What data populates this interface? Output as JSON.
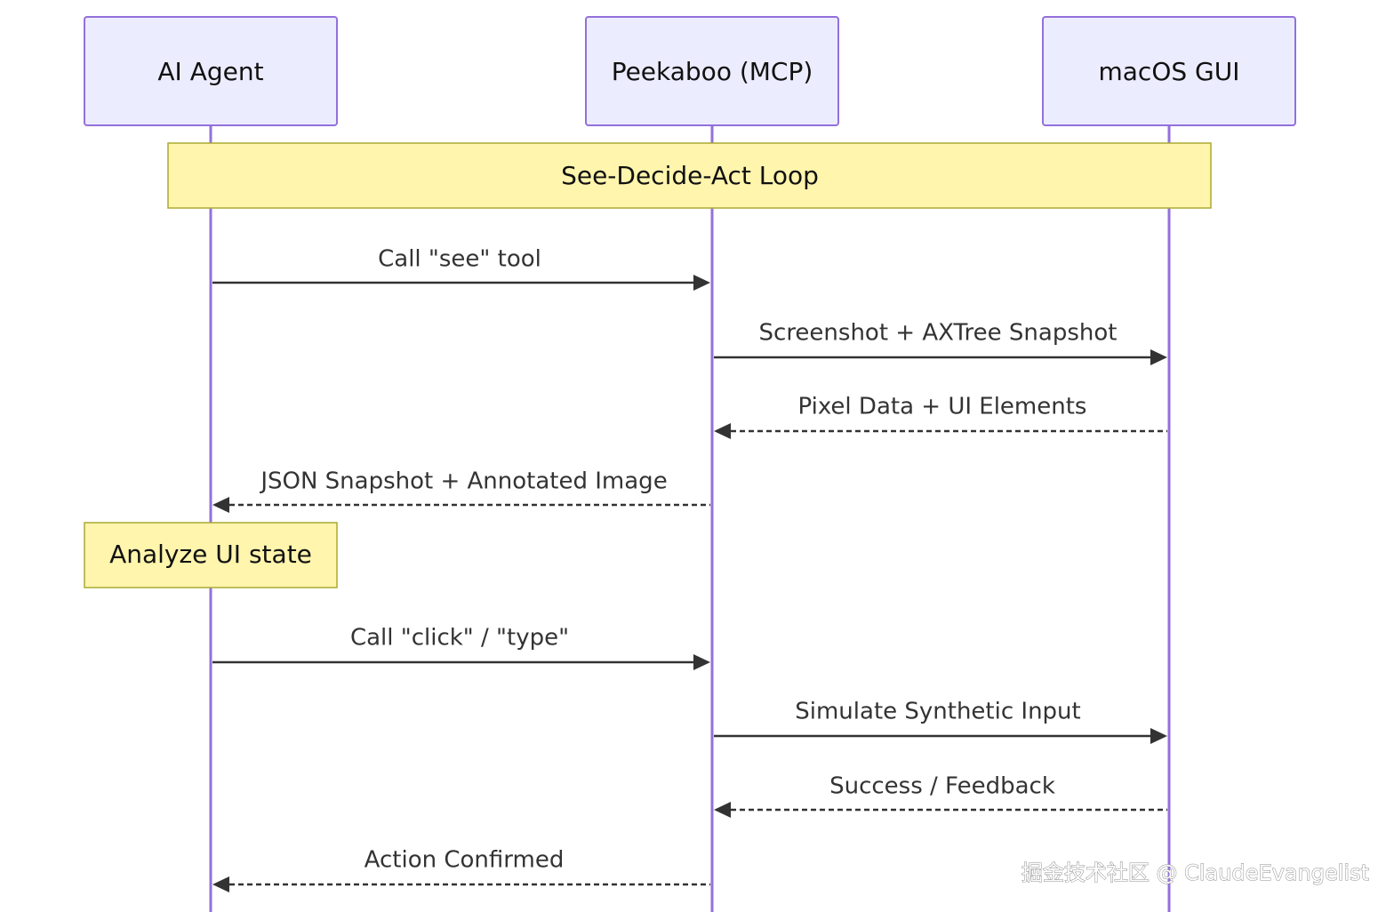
{
  "participants": [
    {
      "id": "agent",
      "label": "AI Agent"
    },
    {
      "id": "peekaboo",
      "label": "Peekaboo (MCP)"
    },
    {
      "id": "gui",
      "label": "macOS GUI"
    }
  ],
  "loop": {
    "label": "See-Decide-Act Loop"
  },
  "messages": [
    {
      "from": "agent",
      "to": "peekaboo",
      "label": "Call \"see\" tool",
      "style": "solid"
    },
    {
      "from": "peekaboo",
      "to": "gui",
      "label": "Screenshot + AXTree Snapshot",
      "style": "solid"
    },
    {
      "from": "gui",
      "to": "peekaboo",
      "label": "Pixel Data + UI Elements",
      "style": "dashed"
    },
    {
      "from": "peekaboo",
      "to": "agent",
      "label": "JSON Snapshot + Annotated Image",
      "style": "dashed"
    },
    {
      "type": "note",
      "over": "agent",
      "label": "Analyze UI state"
    },
    {
      "from": "agent",
      "to": "peekaboo",
      "label": "Call \"click\" / \"type\"",
      "style": "solid"
    },
    {
      "from": "peekaboo",
      "to": "gui",
      "label": "Simulate Synthetic Input",
      "style": "solid"
    },
    {
      "from": "gui",
      "to": "peekaboo",
      "label": "Success / Feedback",
      "style": "dashed"
    },
    {
      "from": "peekaboo",
      "to": "agent",
      "label": "Action Confirmed",
      "style": "dashed"
    }
  ],
  "watermark": "掘金技术社区 @ ClaudeEvangelist",
  "colors": {
    "participant_fill": "#ececff",
    "participant_stroke": "#9370db",
    "lifeline": "#9370db",
    "note_fill": "#fff5ad",
    "note_stroke": "#aaaa33",
    "message": "#333333"
  }
}
